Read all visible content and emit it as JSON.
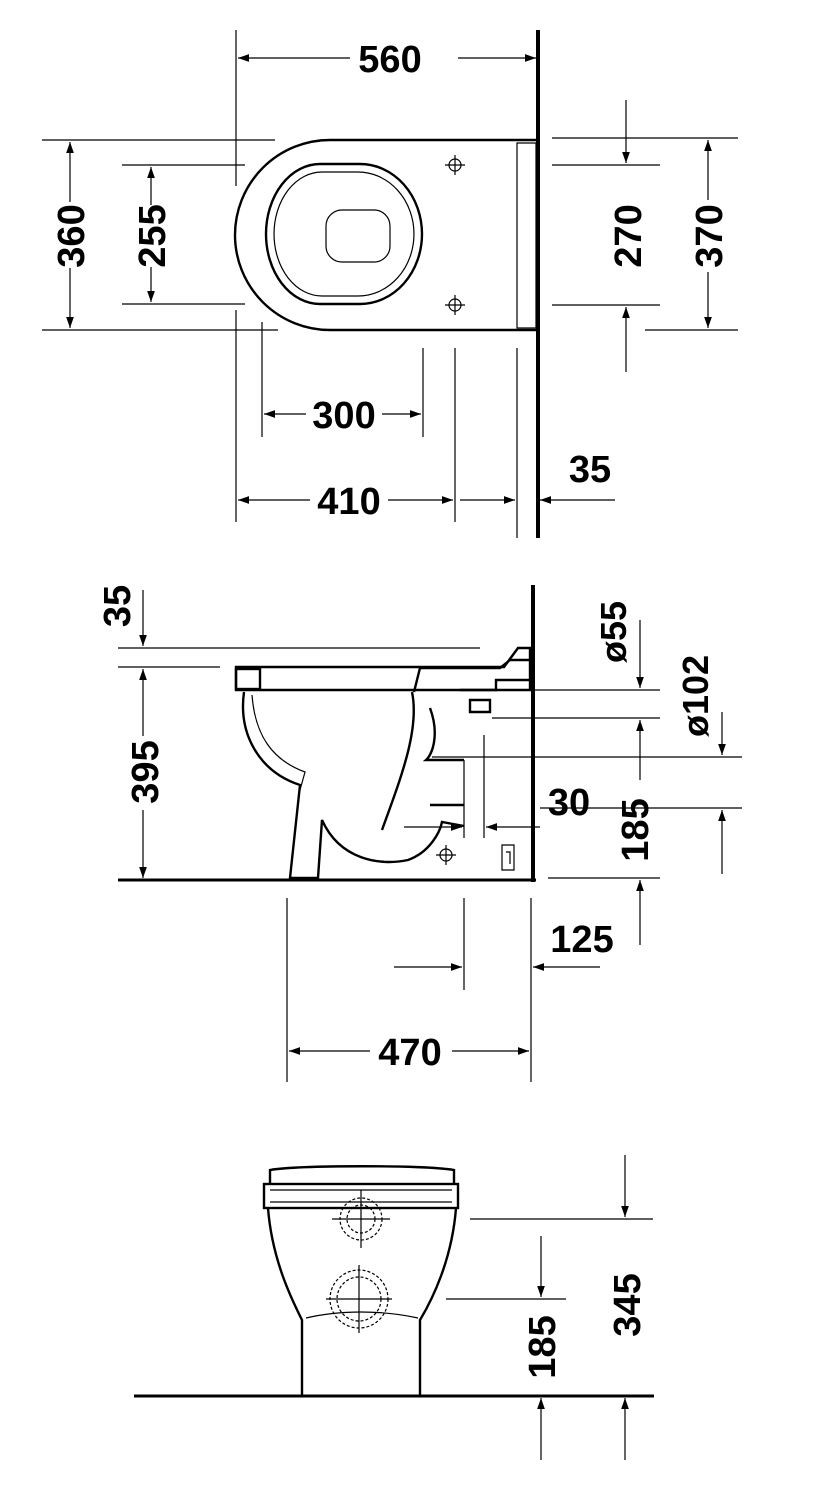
{
  "top_view": {
    "width_560": "560",
    "depth_360": "360",
    "bowl_255": "255",
    "holes_270": "270",
    "overall_370": "370",
    "bowl_300": "300",
    "length_410": "410",
    "gap_35": "35"
  },
  "side_view": {
    "seat_35": "35",
    "height_395": "395",
    "outlet_d55": "ø55",
    "outlet_d102": "ø102",
    "offset_30": "30",
    "outlet_185": "185",
    "floor_125": "125",
    "length_470": "470"
  },
  "front_view": {
    "outlet_185": "185",
    "inlet_345": "345"
  }
}
